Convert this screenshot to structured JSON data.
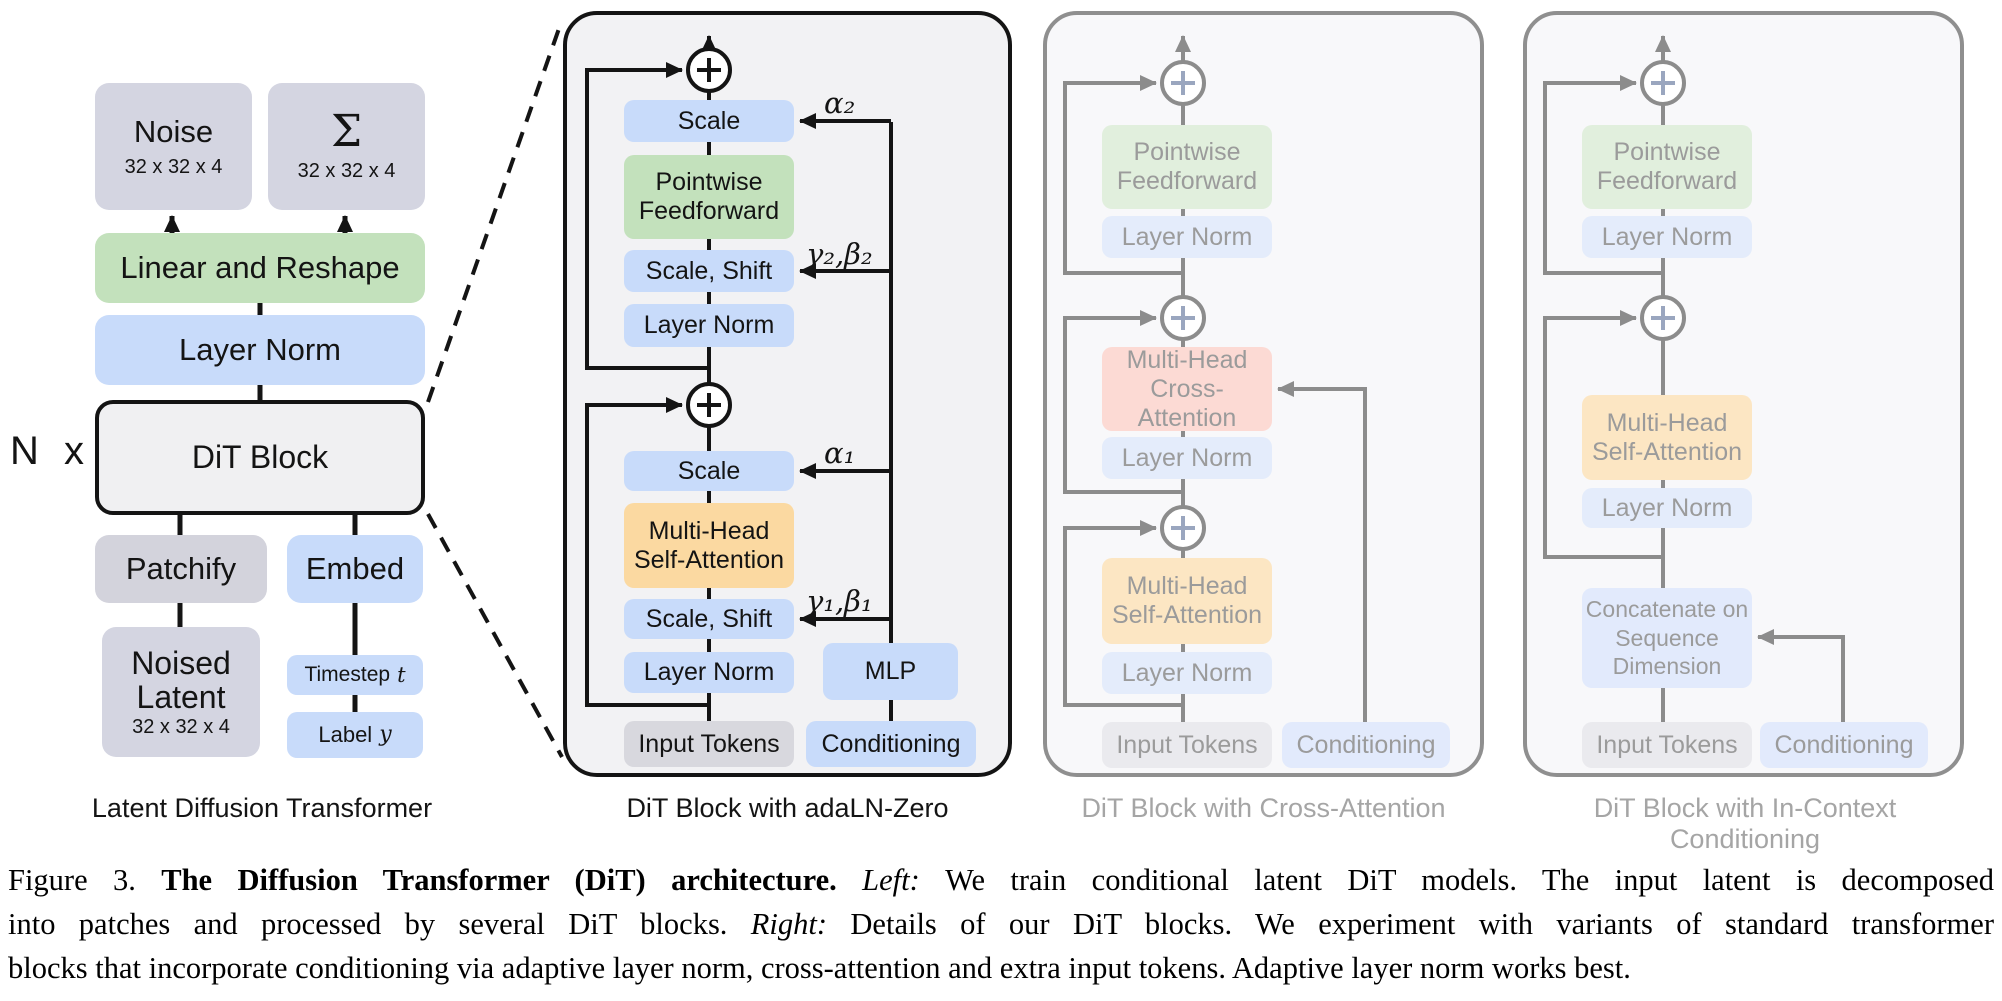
{
  "colors": {
    "box_blue": "#c8dbfa",
    "box_green": "#c3e1bc",
    "box_orange": "#fbd9a1",
    "box_lavender": "#d4d5e1",
    "box_gray": "#d3d3dc",
    "faded_pink": "#fcdad4",
    "faded_text": "#9b9b9b",
    "line_black": "#141414",
    "line_gray": "#8c8c8c"
  },
  "panel1": {
    "caption": "Latent Diffusion Transformer",
    "nx": "N x",
    "noise": {
      "label": "Noise",
      "dims": "32 x 32 x 4"
    },
    "sigma": {
      "label": "Σ",
      "dims": "32 x 32 x 4"
    },
    "linear_reshape": "Linear and Reshape",
    "layer_norm": "Layer Norm",
    "dit_block": "DiT Block",
    "patchify": "Patchify",
    "embed": "Embed",
    "noised_latent": {
      "label": "Noised Latent",
      "dims": "32 x 32 x 4"
    },
    "timestep": {
      "label": "Timestep",
      "var": "t"
    },
    "label_y": {
      "label": "Label",
      "var": "y"
    }
  },
  "panel2": {
    "caption": "DiT Block with adaLN-Zero",
    "scale_top": "Scale",
    "pointwise_feedforward": "Pointwise Feedforward",
    "scale_shift_top": "Scale, Shift",
    "layer_norm_top": "Layer Norm",
    "scale_bottom": "Scale",
    "mhsa": "Multi-Head Self-Attention",
    "scale_shift_bottom": "Scale, Shift",
    "layer_norm_bottom": "Layer Norm",
    "mlp": "MLP",
    "input_tokens": "Input Tokens",
    "conditioning": "Conditioning",
    "alpha2": "α₂",
    "gamma2_beta2": "γ₂,β₂",
    "alpha1": "α₁",
    "gamma1_beta1": "γ₁,β₁"
  },
  "panel3": {
    "caption": "DiT Block with Cross-Attention",
    "pointwise_feedforward": "Pointwise Feedforward",
    "layer_norm_a": "Layer Norm",
    "mh_cross_attention": "Multi-Head Cross-Attention",
    "layer_norm_b": "Layer Norm",
    "mhsa": "Multi-Head Self-Attention",
    "layer_norm_c": "Layer Norm",
    "input_tokens": "Input Tokens",
    "conditioning": "Conditioning"
  },
  "panel4": {
    "caption": "DiT Block with In-Context Conditioning",
    "pointwise_feedforward": "Pointwise Feedforward",
    "layer_norm_a": "Layer Norm",
    "mhsa": "Multi-Head Self-Attention",
    "layer_norm_b": "Layer Norm",
    "concatenate": "Concatenate on Sequence Dimension",
    "input_tokens": "Input Tokens",
    "conditioning": "Conditioning"
  },
  "figure_caption": {
    "lines": [
      {
        "segments": [
          {
            "text": "Figure 3. ",
            "style": "normal"
          },
          {
            "text": "The Diffusion Transformer (DiT) architecture. ",
            "style": "bold"
          },
          {
            "text": "Left: ",
            "style": "italic"
          },
          {
            "text": "We train conditional latent DiT models. The input latent is decomposed",
            "style": "normal"
          }
        ]
      },
      {
        "segments": [
          {
            "text": "into patches and processed by several DiT blocks. ",
            "style": "normal"
          },
          {
            "text": "Right: ",
            "style": "italic"
          },
          {
            "text": "Details of our DiT blocks. We experiment with variants of standard transformer",
            "style": "normal"
          }
        ]
      },
      {
        "segments": [
          {
            "text": "blocks that incorporate conditioning via adaptive layer norm, cross-attention and extra input tokens. Adaptive layer norm works best.",
            "style": "normal"
          }
        ]
      }
    ]
  }
}
